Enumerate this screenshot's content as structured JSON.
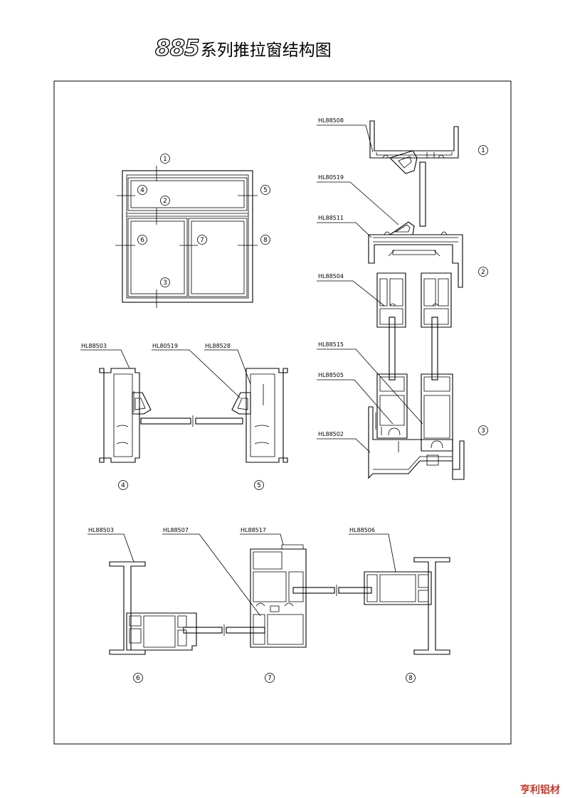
{
  "title": {
    "number": "885",
    "text": "系列推拉窗结构图"
  },
  "watermark": "亨利铝材",
  "elevation": {
    "markers": [
      "1",
      "2",
      "3",
      "4",
      "5",
      "6",
      "7",
      "8"
    ]
  },
  "sections": {
    "vertical": {
      "labels": [
        "HL88508",
        "HL80519",
        "HL88511",
        "HL88504",
        "HL88515",
        "HL88505",
        "HL88502"
      ],
      "markers": [
        "1",
        "2",
        "3"
      ]
    },
    "side_4_5": {
      "labels": [
        "HL88503",
        "HL80519",
        "HL88528"
      ],
      "markers": [
        "4",
        "5"
      ]
    },
    "horizontal_6_7_8": {
      "labels": [
        "HL88503",
        "HL88507",
        "HL88517",
        "HL88506"
      ],
      "markers": [
        "6",
        "7",
        "8"
      ]
    }
  }
}
